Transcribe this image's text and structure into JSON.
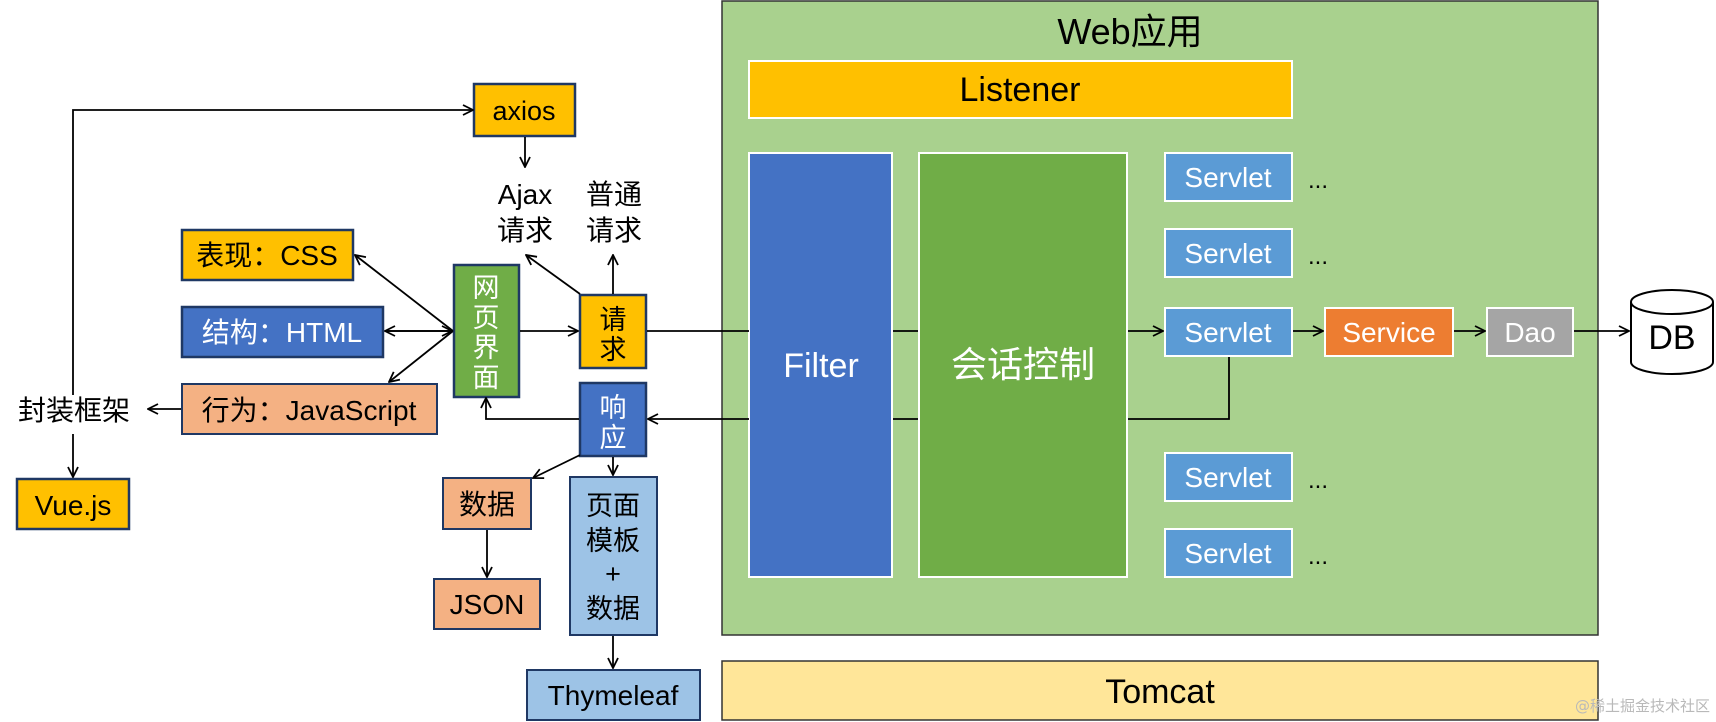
{
  "webapp": {
    "title": "Web应用",
    "listener": "Listener",
    "filter": "Filter",
    "session": "会话控制",
    "servlet": "Servlet",
    "ellipsis": "...",
    "service": "Service",
    "dao": "Dao",
    "db": "DB"
  },
  "tomcat": "Tomcat",
  "client": {
    "axios": "axios",
    "ajax_request": [
      "Ajax",
      "请求"
    ],
    "normal_request": [
      "普通",
      "请求"
    ],
    "css": "表现：CSS",
    "html": "结构：HTML",
    "js": "行为：JavaScript",
    "webpage": [
      "网",
      "页",
      "界",
      "面"
    ],
    "request": [
      "请",
      "求"
    ],
    "response": [
      "响",
      "应"
    ],
    "framework": "封装框架",
    "vue": "Vue.js",
    "data": "数据",
    "json": "JSON",
    "page_template": [
      "页面",
      "模板",
      "+",
      "数据"
    ],
    "thymeleaf": "Thymeleaf"
  },
  "watermark": "@稀土掘金技术社区",
  "colors": {
    "webapp_bg": "#a9d18e",
    "gold": "#ffc000",
    "blue": "#4472c4",
    "green": "#70ad47",
    "light_blue": "#5b9bd5",
    "orange": "#ed7d31",
    "gray": "#a5a5a5",
    "salmon": "#f4b183",
    "pale_blue": "#9dc3e6",
    "tomcat": "#ffe699"
  }
}
